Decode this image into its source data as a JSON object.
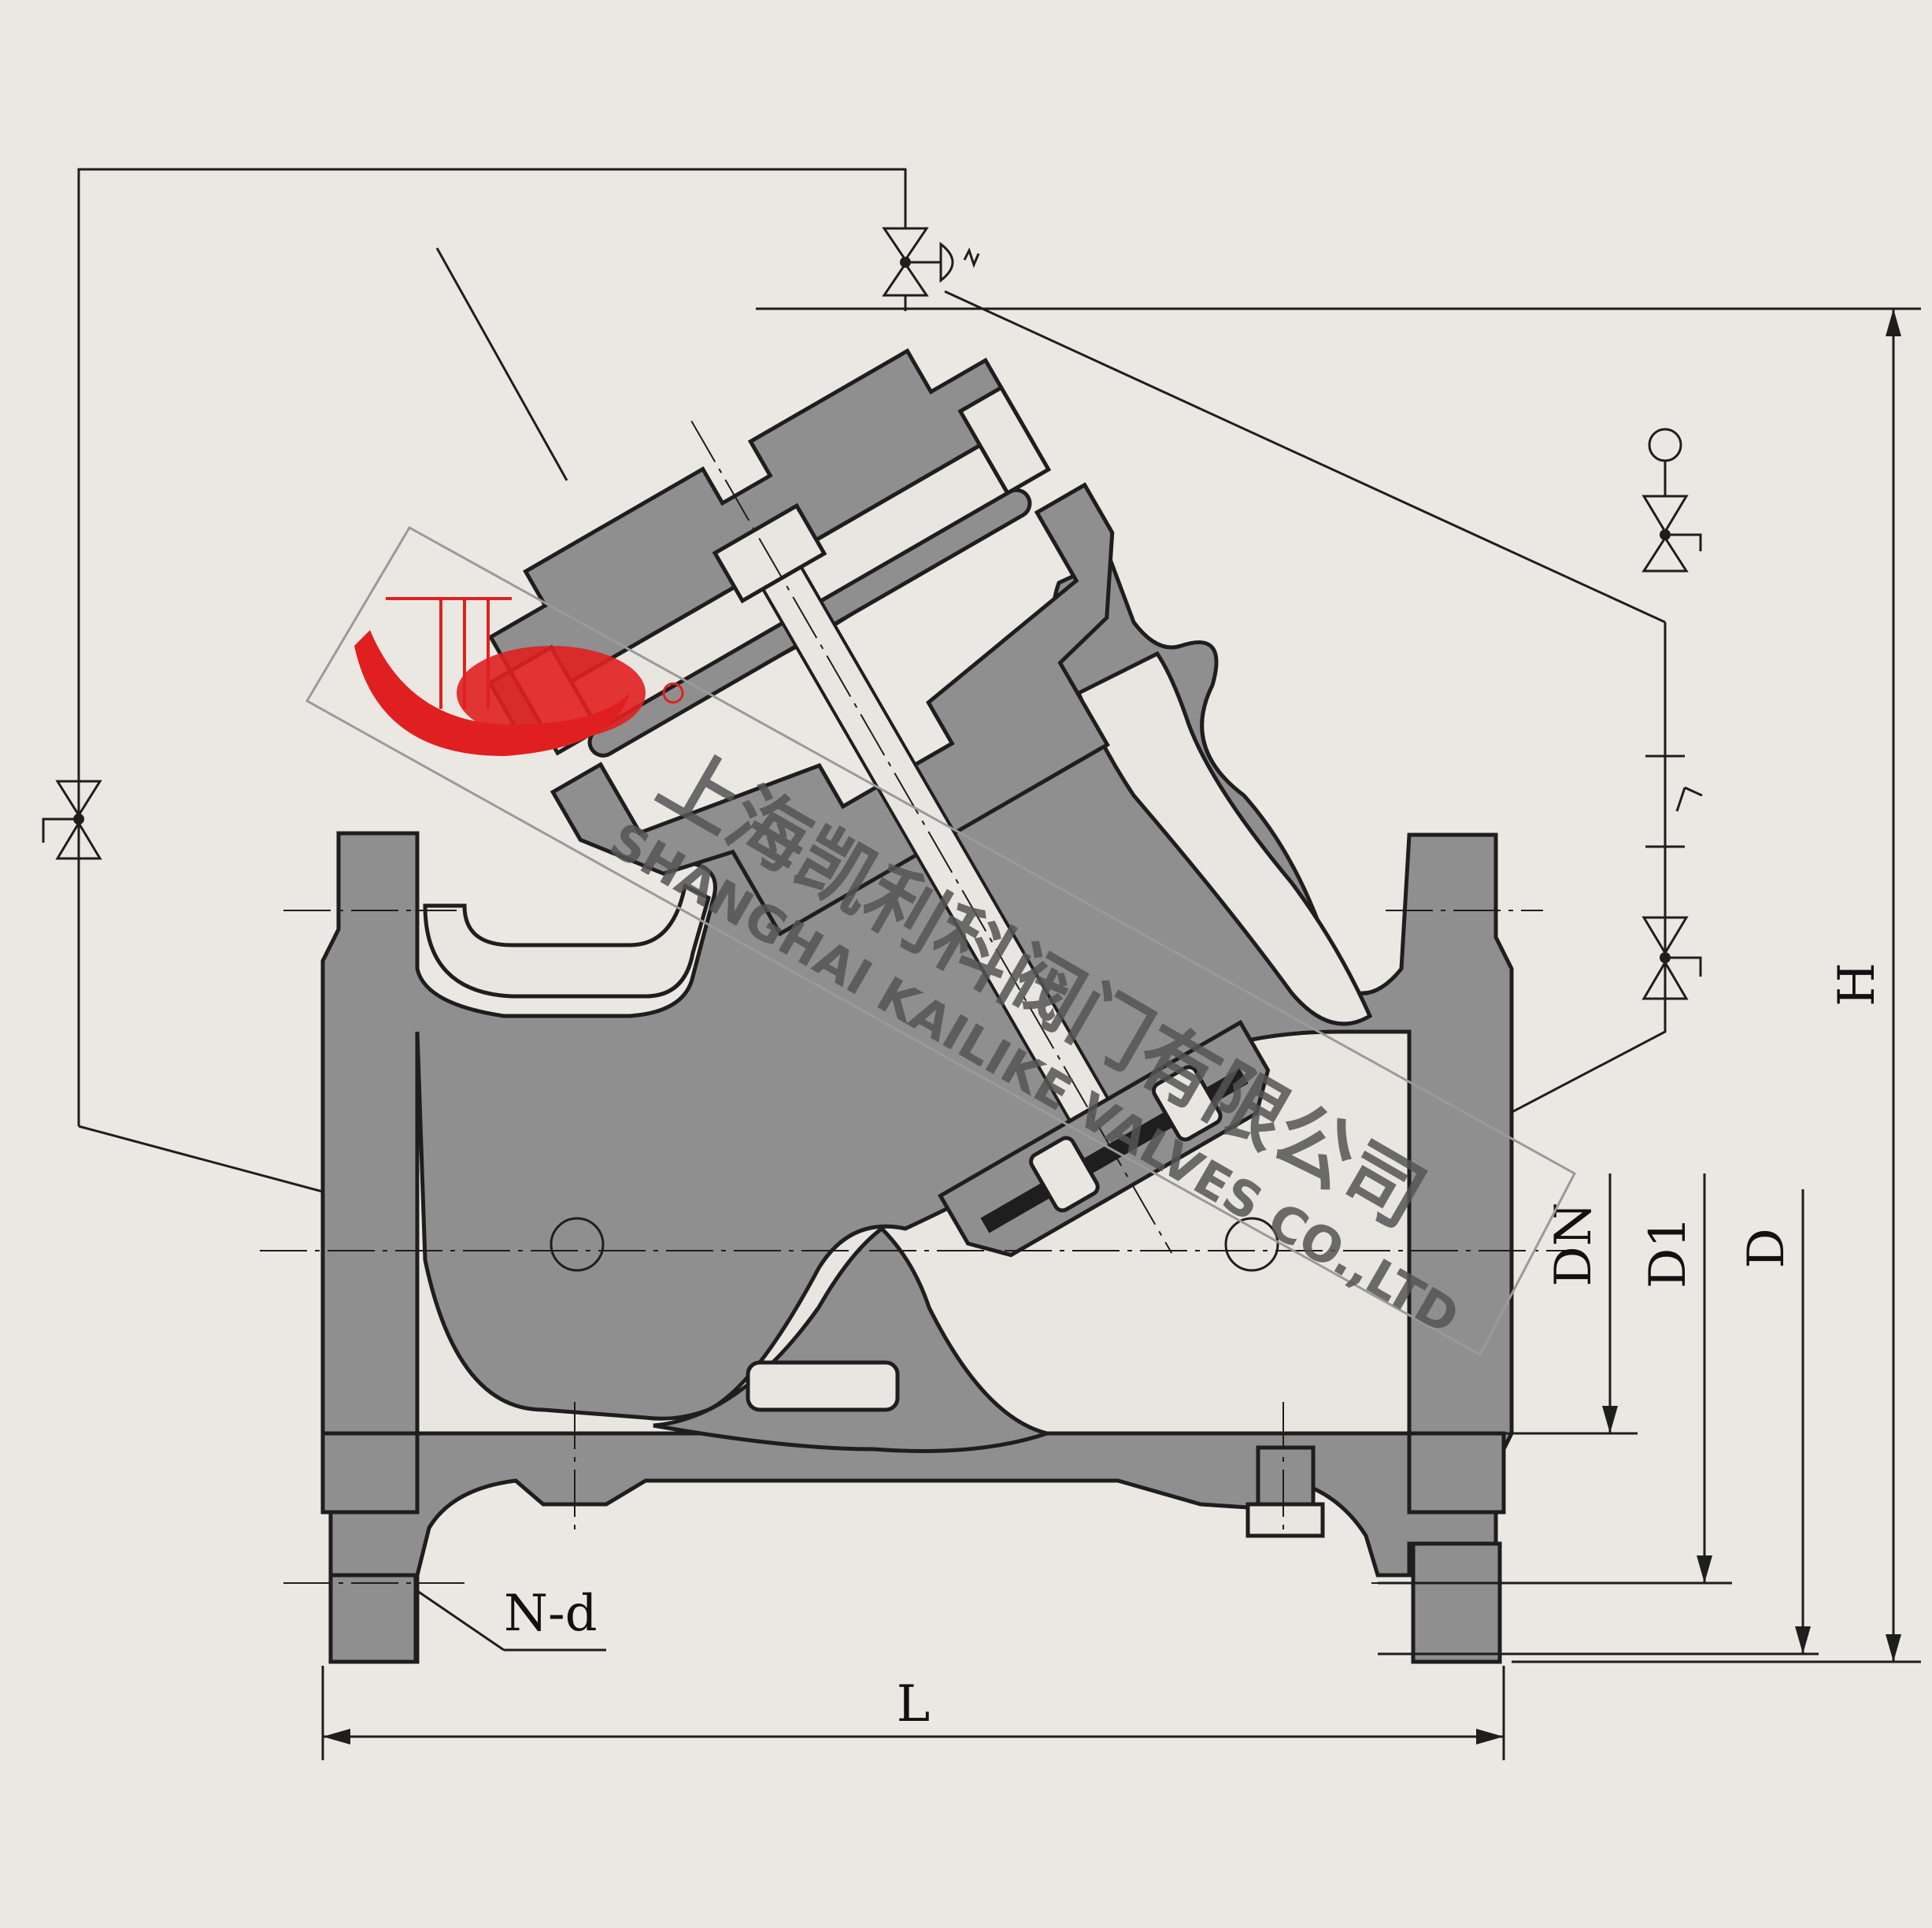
{
  "diagram": {
    "labels": {
      "N_d": "N-d",
      "L": "L",
      "H": "H",
      "D": "D",
      "D1": "D1",
      "DN": "DN"
    },
    "watermark": {
      "company_cn": "上海凯利科阀门有限公司",
      "company_en": "SHANGHAI KAILIKE VALVES CO.,LTD"
    },
    "colors": {
      "casting": "#8f8f8f",
      "background": "#ebe8e3",
      "logo_red": "#e02020"
    }
  }
}
